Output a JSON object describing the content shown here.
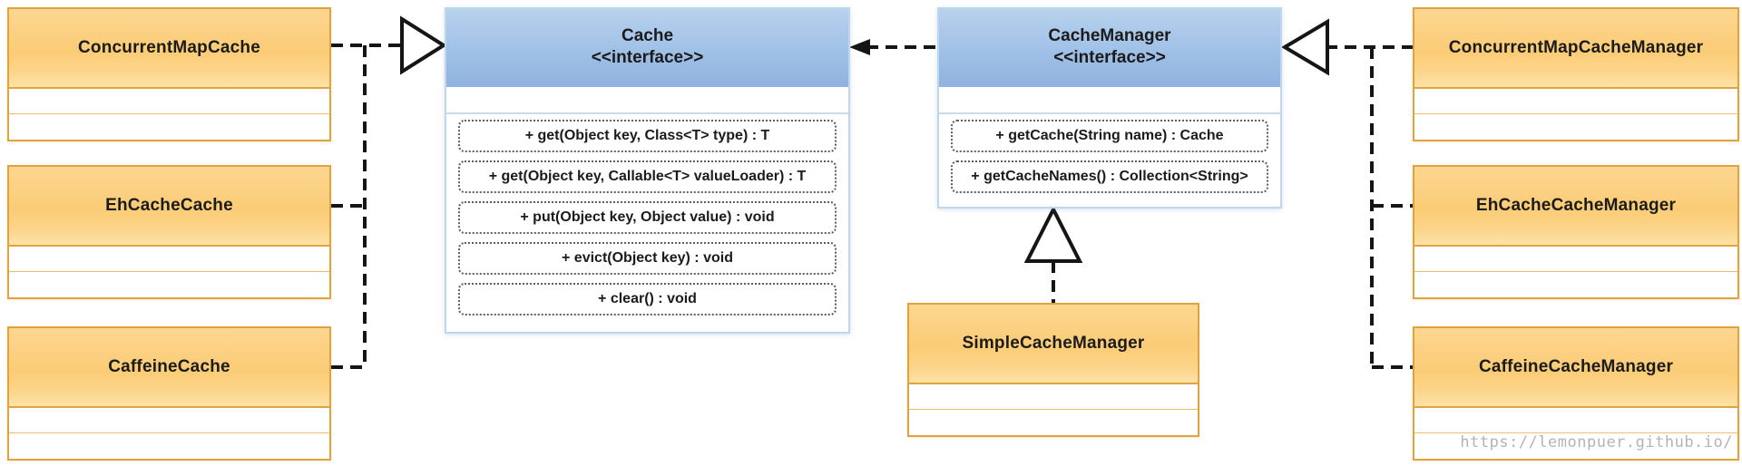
{
  "classes": {
    "concurrent_map_cache": "ConcurrentMapCache",
    "ehcache_cache": "EhCacheCache",
    "caffeine_cache": "CaffeineCache",
    "simple_cache_manager": "SimpleCacheManager",
    "concurrent_map_cache_manager": "ConcurrentMapCacheManager",
    "ehcache_cache_manager": "EhCacheCacheManager",
    "caffeine_cache_manager": "CaffeineCacheManager"
  },
  "interfaces": {
    "cache": {
      "title": "Cache",
      "stereotype": "<<interface>>",
      "methods": [
        "+ get(Object key, Class<T> type) : T",
        "+ get(Object key, Callable<T> valueLoader) : T",
        "+ put(Object key, Object value) : void",
        "+ evict(Object key) : void",
        "+ clear() : void"
      ]
    },
    "cache_manager": {
      "title": "CacheManager",
      "stereotype": "<<interface>>",
      "methods": [
        "+ getCache(String name) : Cache",
        "+ getCacheNames() : Collection<String>"
      ]
    }
  },
  "relationships": [
    {
      "from": "ConcurrentMapCache",
      "to": "Cache",
      "type": "realization"
    },
    {
      "from": "EhCacheCache",
      "to": "Cache",
      "type": "realization"
    },
    {
      "from": "CaffeineCache",
      "to": "Cache",
      "type": "realization"
    },
    {
      "from": "CacheManager",
      "to": "Cache",
      "type": "dependency"
    },
    {
      "from": "SimpleCacheManager",
      "to": "CacheManager",
      "type": "realization"
    },
    {
      "from": "ConcurrentMapCacheManager",
      "to": "CacheManager",
      "type": "realization"
    },
    {
      "from": "EhCacheCacheManager",
      "to": "CacheManager",
      "type": "realization"
    },
    {
      "from": "CaffeineCacheManager",
      "to": "CacheManager",
      "type": "realization"
    }
  ],
  "watermark": "https://lemonpuer.github.io/",
  "colors": {
    "class_fill": "#FBCE7B",
    "class_border": "#E2A33D",
    "interface_fill": "#9FC0E7",
    "interface_border": "#BDD7EE",
    "connector": "#151515",
    "watermark_text": "#B4B4B4"
  }
}
